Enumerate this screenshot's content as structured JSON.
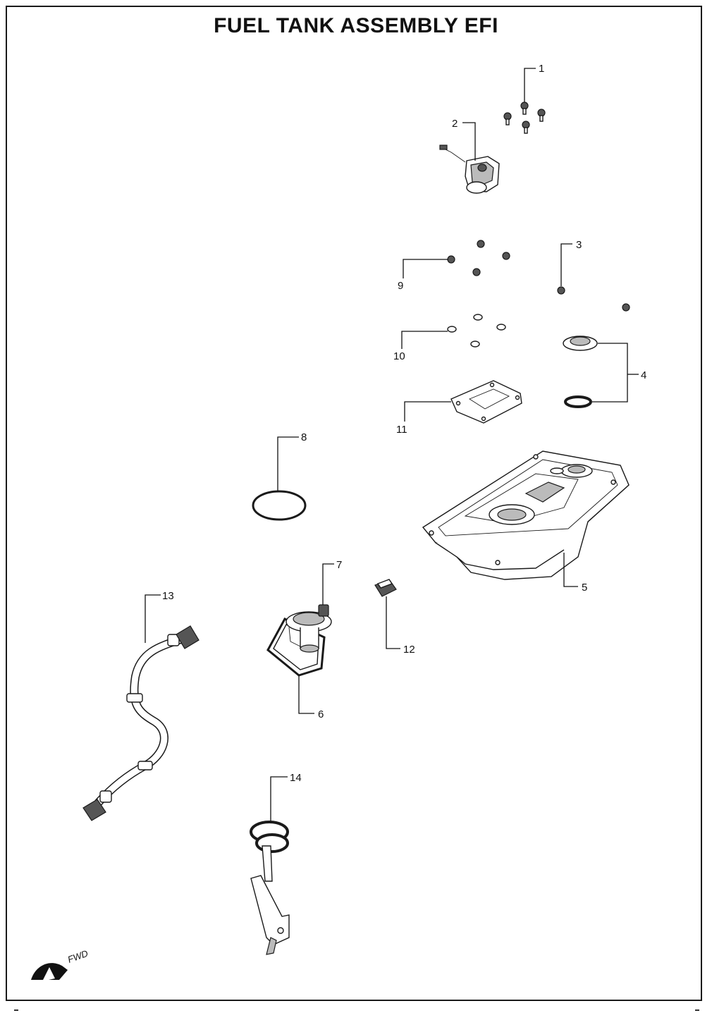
{
  "title": "FUEL TANK ASSEMBLY EFI",
  "callouts": [
    "1",
    "2",
    "3",
    "4",
    "5",
    "6",
    "7",
    "8",
    "9",
    "10",
    "11",
    "12",
    "13",
    "14"
  ],
  "orientation_label": "FWD",
  "colors": {
    "line": "#111111",
    "background": "#ffffff",
    "shade": "#555555"
  }
}
